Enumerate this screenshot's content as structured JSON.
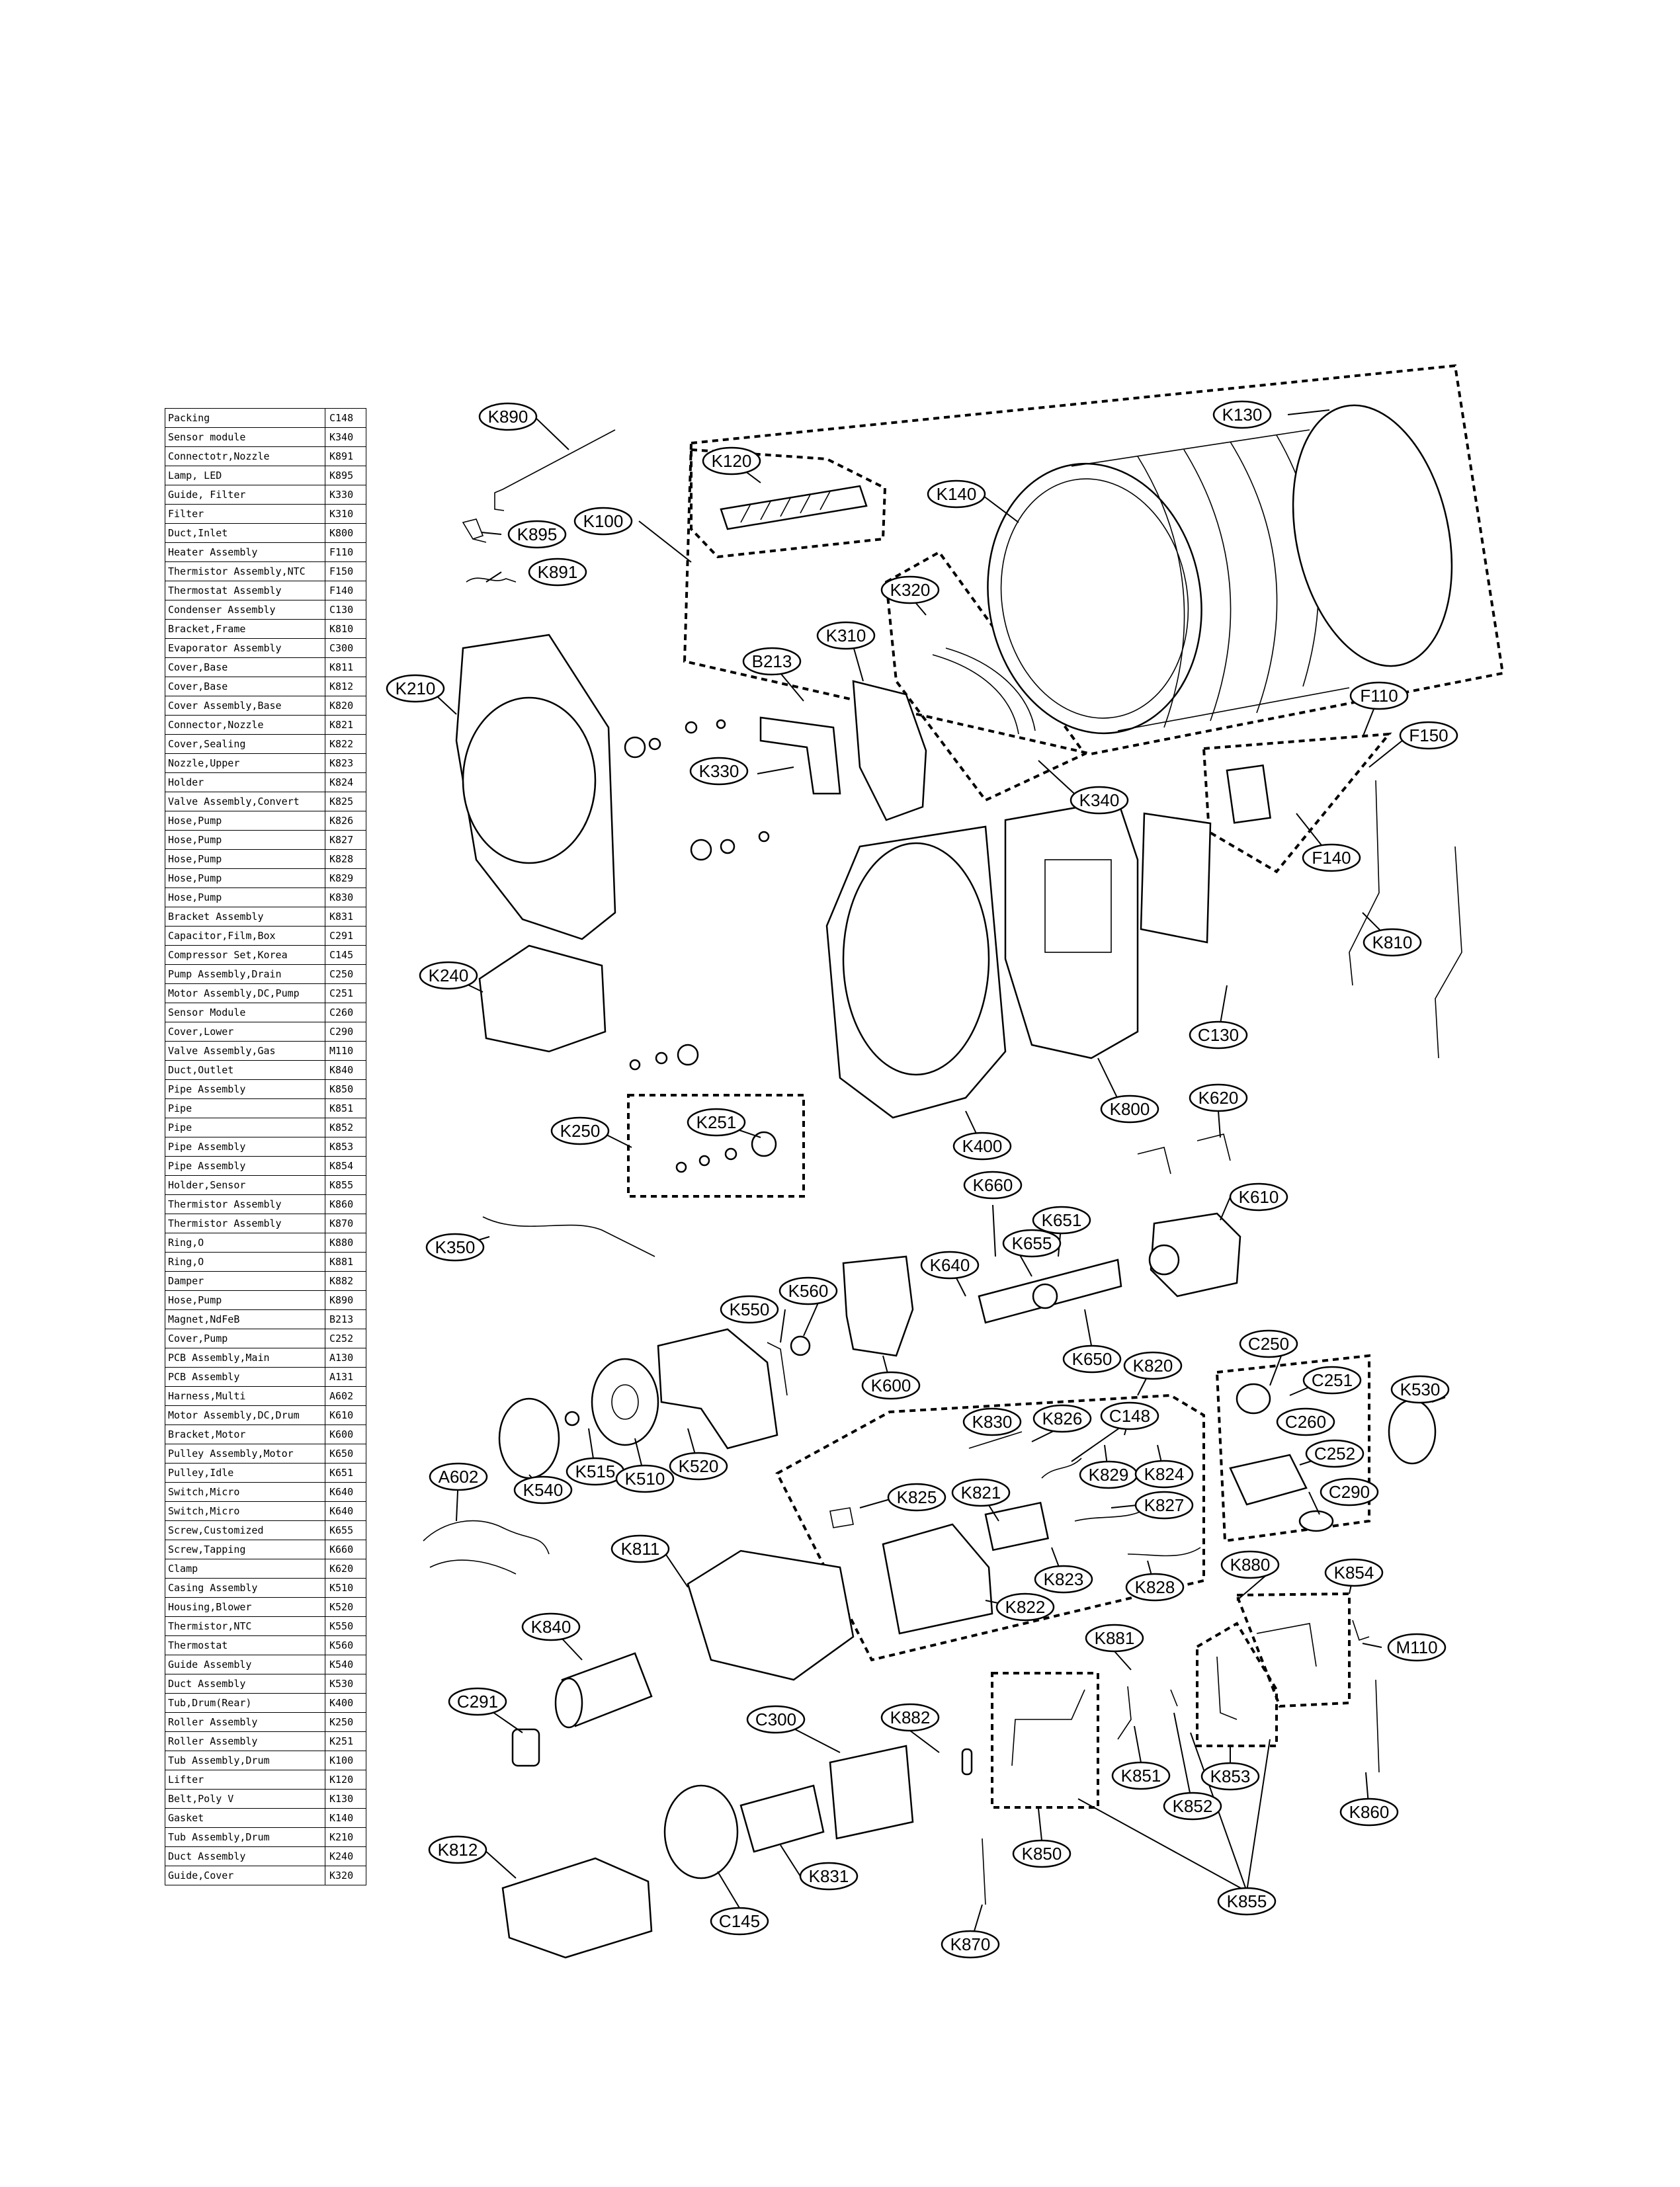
{
  "parts_list": [
    {
      "name": "Packing",
      "code": "C148"
    },
    {
      "name": "Sensor module",
      "code": "K340"
    },
    {
      "name": "Connectotr,Nozzle",
      "code": "K891"
    },
    {
      "name": "Lamp, LED",
      "code": "K895"
    },
    {
      "name": "Guide, Filter",
      "code": "K330"
    },
    {
      "name": "Filter",
      "code": "K310"
    },
    {
      "name": "Duct,Inlet",
      "code": "K800"
    },
    {
      "name": "Heater Assembly",
      "code": "F110"
    },
    {
      "name": "Thermistor Assembly,NTC",
      "code": "F150"
    },
    {
      "name": "Thermostat Assembly",
      "code": "F140"
    },
    {
      "name": "Condenser Assembly",
      "code": "C130"
    },
    {
      "name": "Bracket,Frame",
      "code": "K810"
    },
    {
      "name": "Evaporator Assembly",
      "code": "C300"
    },
    {
      "name": "Cover,Base",
      "code": "K811"
    },
    {
      "name": "Cover,Base",
      "code": "K812"
    },
    {
      "name": "Cover Assembly,Base",
      "code": "K820"
    },
    {
      "name": "Connector,Nozzle",
      "code": "K821"
    },
    {
      "name": "Cover,Sealing",
      "code": "K822"
    },
    {
      "name": "Nozzle,Upper",
      "code": "K823"
    },
    {
      "name": "Holder",
      "code": "K824"
    },
    {
      "name": "Valve Assembly,Convert",
      "code": "K825"
    },
    {
      "name": "Hose,Pump",
      "code": "K826"
    },
    {
      "name": "Hose,Pump",
      "code": "K827"
    },
    {
      "name": "Hose,Pump",
      "code": "K828"
    },
    {
      "name": "Hose,Pump",
      "code": "K829"
    },
    {
      "name": "Hose,Pump",
      "code": "K830"
    },
    {
      "name": "Bracket Assembly",
      "code": "K831"
    },
    {
      "name": "Capacitor,Film,Box",
      "code": "C291"
    },
    {
      "name": "Compressor Set,Korea",
      "code": "C145"
    },
    {
      "name": "Pump Assembly,Drain",
      "code": "C250"
    },
    {
      "name": "Motor Assembly,DC,Pump",
      "code": "C251"
    },
    {
      "name": "Sensor Module",
      "code": "C260"
    },
    {
      "name": "Cover,Lower",
      "code": "C290"
    },
    {
      "name": "Valve Assembly,Gas",
      "code": "M110"
    },
    {
      "name": "Duct,Outlet",
      "code": "K840"
    },
    {
      "name": "Pipe Assembly",
      "code": "K850"
    },
    {
      "name": "Pipe",
      "code": "K851"
    },
    {
      "name": "Pipe",
      "code": "K852"
    },
    {
      "name": "Pipe Assembly",
      "code": "K853"
    },
    {
      "name": "Pipe Assembly",
      "code": "K854"
    },
    {
      "name": "Holder,Sensor",
      "code": "K855"
    },
    {
      "name": "Thermistor Assembly",
      "code": "K860"
    },
    {
      "name": "Thermistor Assembly",
      "code": "K870"
    },
    {
      "name": "Ring,O",
      "code": "K880"
    },
    {
      "name": "Ring,O",
      "code": "K881"
    },
    {
      "name": "Damper",
      "code": "K882"
    },
    {
      "name": "Hose,Pump",
      "code": "K890"
    },
    {
      "name": "Magnet,NdFeB",
      "code": "B213"
    },
    {
      "name": "Cover,Pump",
      "code": "C252"
    },
    {
      "name": "PCB Assembly,Main",
      "code": "A130"
    },
    {
      "name": "PCB Assembly",
      "code": "A131"
    },
    {
      "name": "Harness,Multi",
      "code": "A602"
    },
    {
      "name": "Motor Assembly,DC,Drum",
      "code": "K610"
    },
    {
      "name": "Bracket,Motor",
      "code": "K600"
    },
    {
      "name": "Pulley Assembly,Motor",
      "code": "K650"
    },
    {
      "name": "Pulley,Idle",
      "code": "K651"
    },
    {
      "name": "Switch,Micro",
      "code": "K640"
    },
    {
      "name": "Switch,Micro",
      "code": "K640"
    },
    {
      "name": "Screw,Customized",
      "code": "K655"
    },
    {
      "name": "Screw,Tapping",
      "code": "K660"
    },
    {
      "name": "Clamp",
      "code": "K620"
    },
    {
      "name": "Casing Assembly",
      "code": "K510"
    },
    {
      "name": "Housing,Blower",
      "code": "K520"
    },
    {
      "name": "Thermistor,NTC",
      "code": "K550"
    },
    {
      "name": "Thermostat",
      "code": "K560"
    },
    {
      "name": "Guide Assembly",
      "code": "K540"
    },
    {
      "name": "Duct Assembly",
      "code": "K530"
    },
    {
      "name": "Tub,Drum(Rear)",
      "code": "K400"
    },
    {
      "name": "Roller Assembly",
      "code": "K250"
    },
    {
      "name": "Roller Assembly",
      "code": "K251"
    },
    {
      "name": "Tub Assembly,Drum",
      "code": "K100"
    },
    {
      "name": "Lifter",
      "code": "K120"
    },
    {
      "name": "Belt,Poly V",
      "code": "K130"
    },
    {
      "name": "Gasket",
      "code": "K140"
    },
    {
      "name": "Tub Assembly,Drum",
      "code": "K210"
    },
    {
      "name": "Duct Assembly",
      "code": "K240"
    },
    {
      "name": "Guide,Cover",
      "code": "K320"
    }
  ],
  "callouts": [
    {
      "id": "K890",
      "label": "K890"
    },
    {
      "id": "K895",
      "label": "K895"
    },
    {
      "id": "K891",
      "label": "K891"
    },
    {
      "id": "K100",
      "label": "K100"
    },
    {
      "id": "K120",
      "label": "K120"
    },
    {
      "id": "K140",
      "label": "K140"
    },
    {
      "id": "K130",
      "label": "K130"
    },
    {
      "id": "K320",
      "label": "K320"
    },
    {
      "id": "K310",
      "label": "K310"
    },
    {
      "id": "B213",
      "label": "B213"
    },
    {
      "id": "K210",
      "label": "K210"
    },
    {
      "id": "K330",
      "label": "K330"
    },
    {
      "id": "K340",
      "label": "K340"
    },
    {
      "id": "F110",
      "label": "F110"
    },
    {
      "id": "F150",
      "label": "F150"
    },
    {
      "id": "F140",
      "label": "F140"
    },
    {
      "id": "K810",
      "label": "K810"
    },
    {
      "id": "C130",
      "label": "C130"
    },
    {
      "id": "K240",
      "label": "K240"
    },
    {
      "id": "K800",
      "label": "K800"
    },
    {
      "id": "K620",
      "label": "K620"
    },
    {
      "id": "K250",
      "label": "K250"
    },
    {
      "id": "K251",
      "label": "K251"
    },
    {
      "id": "K400",
      "label": "K400"
    },
    {
      "id": "K660",
      "label": "K660"
    },
    {
      "id": "K610",
      "label": "K610"
    },
    {
      "id": "K651",
      "label": "K651"
    },
    {
      "id": "K640",
      "label": "K640"
    },
    {
      "id": "K655",
      "label": "K655"
    },
    {
      "id": "K350",
      "label": "K350"
    },
    {
      "id": "K550",
      "label": "K550"
    },
    {
      "id": "K560",
      "label": "K560"
    },
    {
      "id": "K650",
      "label": "K650"
    },
    {
      "id": "K600",
      "label": "K600"
    },
    {
      "id": "K820",
      "label": "K820"
    },
    {
      "id": "C250",
      "label": "C250"
    },
    {
      "id": "C251",
      "label": "C251"
    },
    {
      "id": "K530",
      "label": "K530"
    },
    {
      "id": "K830",
      "label": "K830"
    },
    {
      "id": "K826",
      "label": "K826"
    },
    {
      "id": "C148",
      "label": "C148"
    },
    {
      "id": "C260",
      "label": "C260"
    },
    {
      "id": "K829",
      "label": "K829"
    },
    {
      "id": "K824",
      "label": "K824"
    },
    {
      "id": "C252",
      "label": "C252"
    },
    {
      "id": "K540",
      "label": "K540"
    },
    {
      "id": "K515",
      "label": "K515"
    },
    {
      "id": "K510",
      "label": "K510"
    },
    {
      "id": "K520",
      "label": "K520"
    },
    {
      "id": "A602",
      "label": "A602"
    },
    {
      "id": "K825",
      "label": "K825"
    },
    {
      "id": "K821",
      "label": "K821"
    },
    {
      "id": "K827",
      "label": "K827"
    },
    {
      "id": "C290",
      "label": "C290"
    },
    {
      "id": "K811",
      "label": "K811"
    },
    {
      "id": "K823",
      "label": "K823"
    },
    {
      "id": "K828",
      "label": "K828"
    },
    {
      "id": "K880",
      "label": "K880"
    },
    {
      "id": "K854",
      "label": "K854"
    },
    {
      "id": "K822",
      "label": "K822"
    },
    {
      "id": "K840",
      "label": "K840"
    },
    {
      "id": "K881",
      "label": "K881"
    },
    {
      "id": "M110",
      "label": "M110"
    },
    {
      "id": "C291",
      "label": "C291"
    },
    {
      "id": "C300",
      "label": "C300"
    },
    {
      "id": "K882",
      "label": "K882"
    },
    {
      "id": "K851",
      "label": "K851"
    },
    {
      "id": "K853",
      "label": "K853"
    },
    {
      "id": "K852",
      "label": "K852"
    },
    {
      "id": "K860",
      "label": "K860"
    },
    {
      "id": "K812",
      "label": "K812"
    },
    {
      "id": "K831",
      "label": "K831"
    },
    {
      "id": "K850",
      "label": "K850"
    },
    {
      "id": "K855",
      "label": "K855"
    },
    {
      "id": "C145",
      "label": "C145"
    },
    {
      "id": "K870",
      "label": "K870"
    }
  ]
}
